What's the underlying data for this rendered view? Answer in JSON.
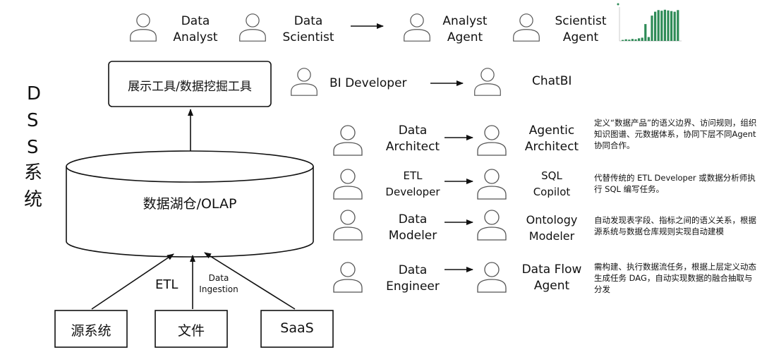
{
  "top_row": {
    "data_analyst": "Data\nAnalyst",
    "data_scientist": "Data\nScientist",
    "analyst_agent": "Analyst\nAgent",
    "scientist_agent": "Scientist\nAgent"
  },
  "tool_box": "展示工具/数据挖掘工具",
  "bi_developer": "BI Developer",
  "chatbi": "ChatBI",
  "dss_label": [
    "D",
    "S",
    "S",
    "系",
    "统"
  ],
  "warehouse": "数据湖仓/OLAP",
  "sources": [
    "源系统",
    "文件",
    "SaaS"
  ],
  "etl_label": "ETL",
  "ingestion_label": "Data\nIngestion",
  "roles": [
    {
      "human": "Data\nArchitect",
      "agent": "Agentic\nArchitect",
      "desc": "定义“数据产品”的语义边界、访问规则，组织知识图谱、元数据体系，协同下层不同Agent协同合作。"
    },
    {
      "human": "ETL\nDeveloper",
      "agent": "SQL\nCopilot",
      "desc": "代替传统的 ETL Developer 或数据分析师执行 SQL 编写任务。"
    },
    {
      "human": "Data\nModeler",
      "agent": "Ontology\nModeler",
      "desc": "自动发现表字段、指标之间的语义关系，根据源系统与数据仓库规则实现自动建模"
    },
    {
      "human": "Data\nEngineer",
      "agent": "Data Flow\nAgent",
      "desc": "需构建、执行数据流任务，根据上层定义动态生成任务 DAG，自动实现数据的融合抽取与分发"
    }
  ],
  "thumbnail_bars": [
    0.03,
    0.05,
    0.04,
    0.06,
    0.05,
    0.08,
    0.1,
    0.52,
    0.12,
    0.78,
    0.9,
    0.95,
    0.93,
    0.96,
    0.94,
    0.92,
    0.9,
    0.95
  ]
}
